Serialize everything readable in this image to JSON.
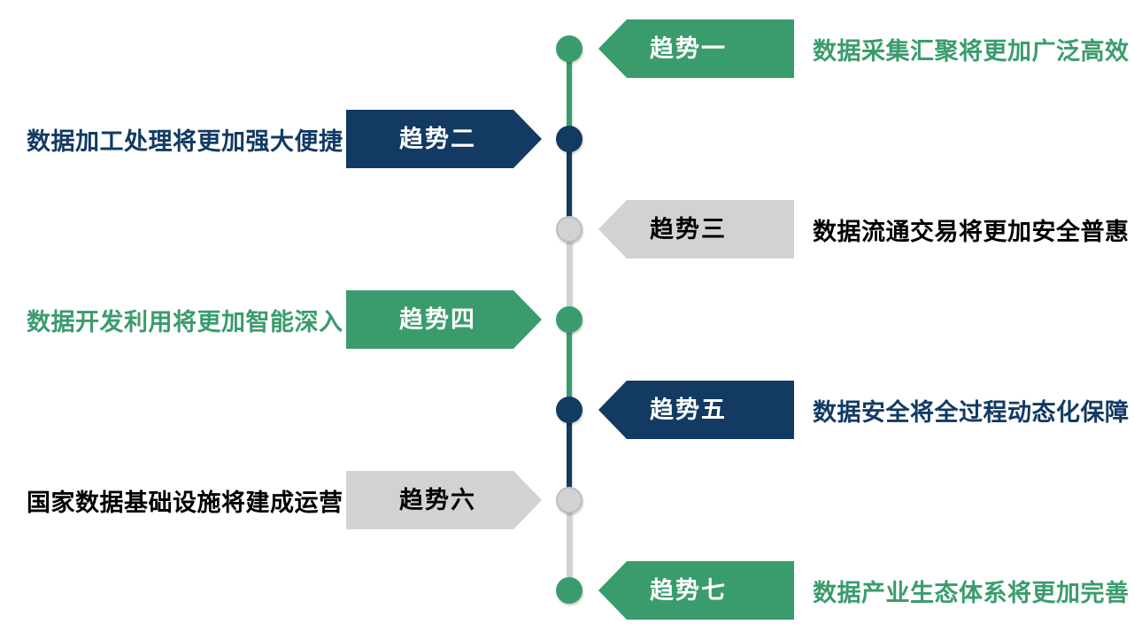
{
  "diagram": {
    "type": "timeline-trends",
    "colors": {
      "green": "#3a9c6c",
      "navy": "#123a63",
      "gray": "#d2d2d2",
      "label_on_color": "#ffffff",
      "label_on_gray": "#000000",
      "black_text": "#000000"
    },
    "trends": [
      {
        "label": "趋势一",
        "description": "数据采集汇聚将更加广泛高效",
        "color": "green",
        "side": "right"
      },
      {
        "label": "趋势二",
        "description": "数据加工处理将更加强大便捷",
        "color": "navy",
        "side": "left"
      },
      {
        "label": "趋势三",
        "description": "数据流通交易将更加安全普惠",
        "color": "gray",
        "side": "right"
      },
      {
        "label": "趋势四",
        "description": "数据开发利用将更加智能深入",
        "color": "green",
        "side": "left"
      },
      {
        "label": "趋势五",
        "description": "数据安全将全过程动态化保障",
        "color": "navy",
        "side": "right"
      },
      {
        "label": "趋势六",
        "description": "国家数据基础设施将建成运营",
        "color": "gray",
        "side": "left"
      },
      {
        "label": "趋势七",
        "description": "数据产业生态体系将更加完善",
        "color": "green",
        "side": "right"
      }
    ]
  }
}
